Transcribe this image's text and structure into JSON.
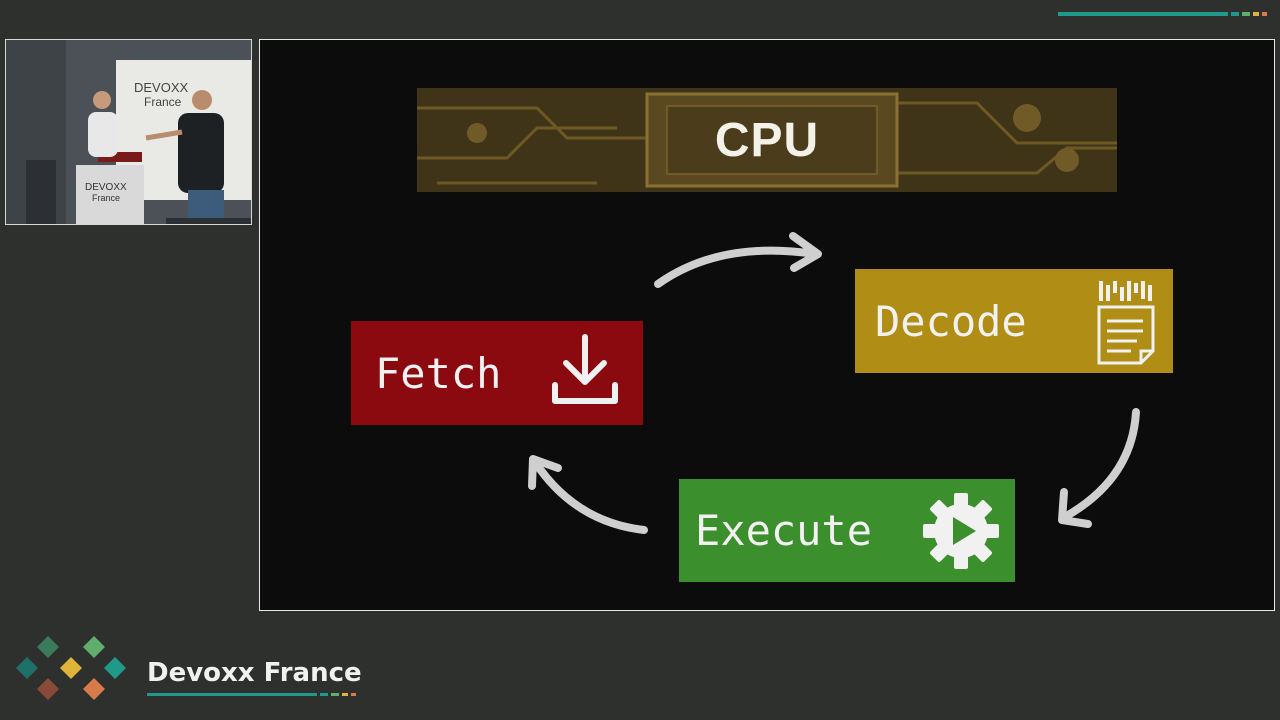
{
  "slide": {
    "cpu_label": "CPU",
    "steps": {
      "fetch": {
        "label": "Fetch",
        "icon": "download-icon",
        "color": "#8b0a10"
      },
      "decode": {
        "label": "Decode",
        "icon": "document-code-icon",
        "color": "#b08d14"
      },
      "execute": {
        "label": "Execute",
        "icon": "gear-play-icon",
        "color": "#3b8f2c"
      }
    }
  },
  "camera": {
    "backdrop_text": "DEVOXX France",
    "podium_text": "DEVOXX France"
  },
  "footer": {
    "brand": "Devoxx France",
    "accent_colors": [
      "#1f9a8a",
      "#e0b43a",
      "#d97a4a",
      "#5fae6b"
    ]
  }
}
